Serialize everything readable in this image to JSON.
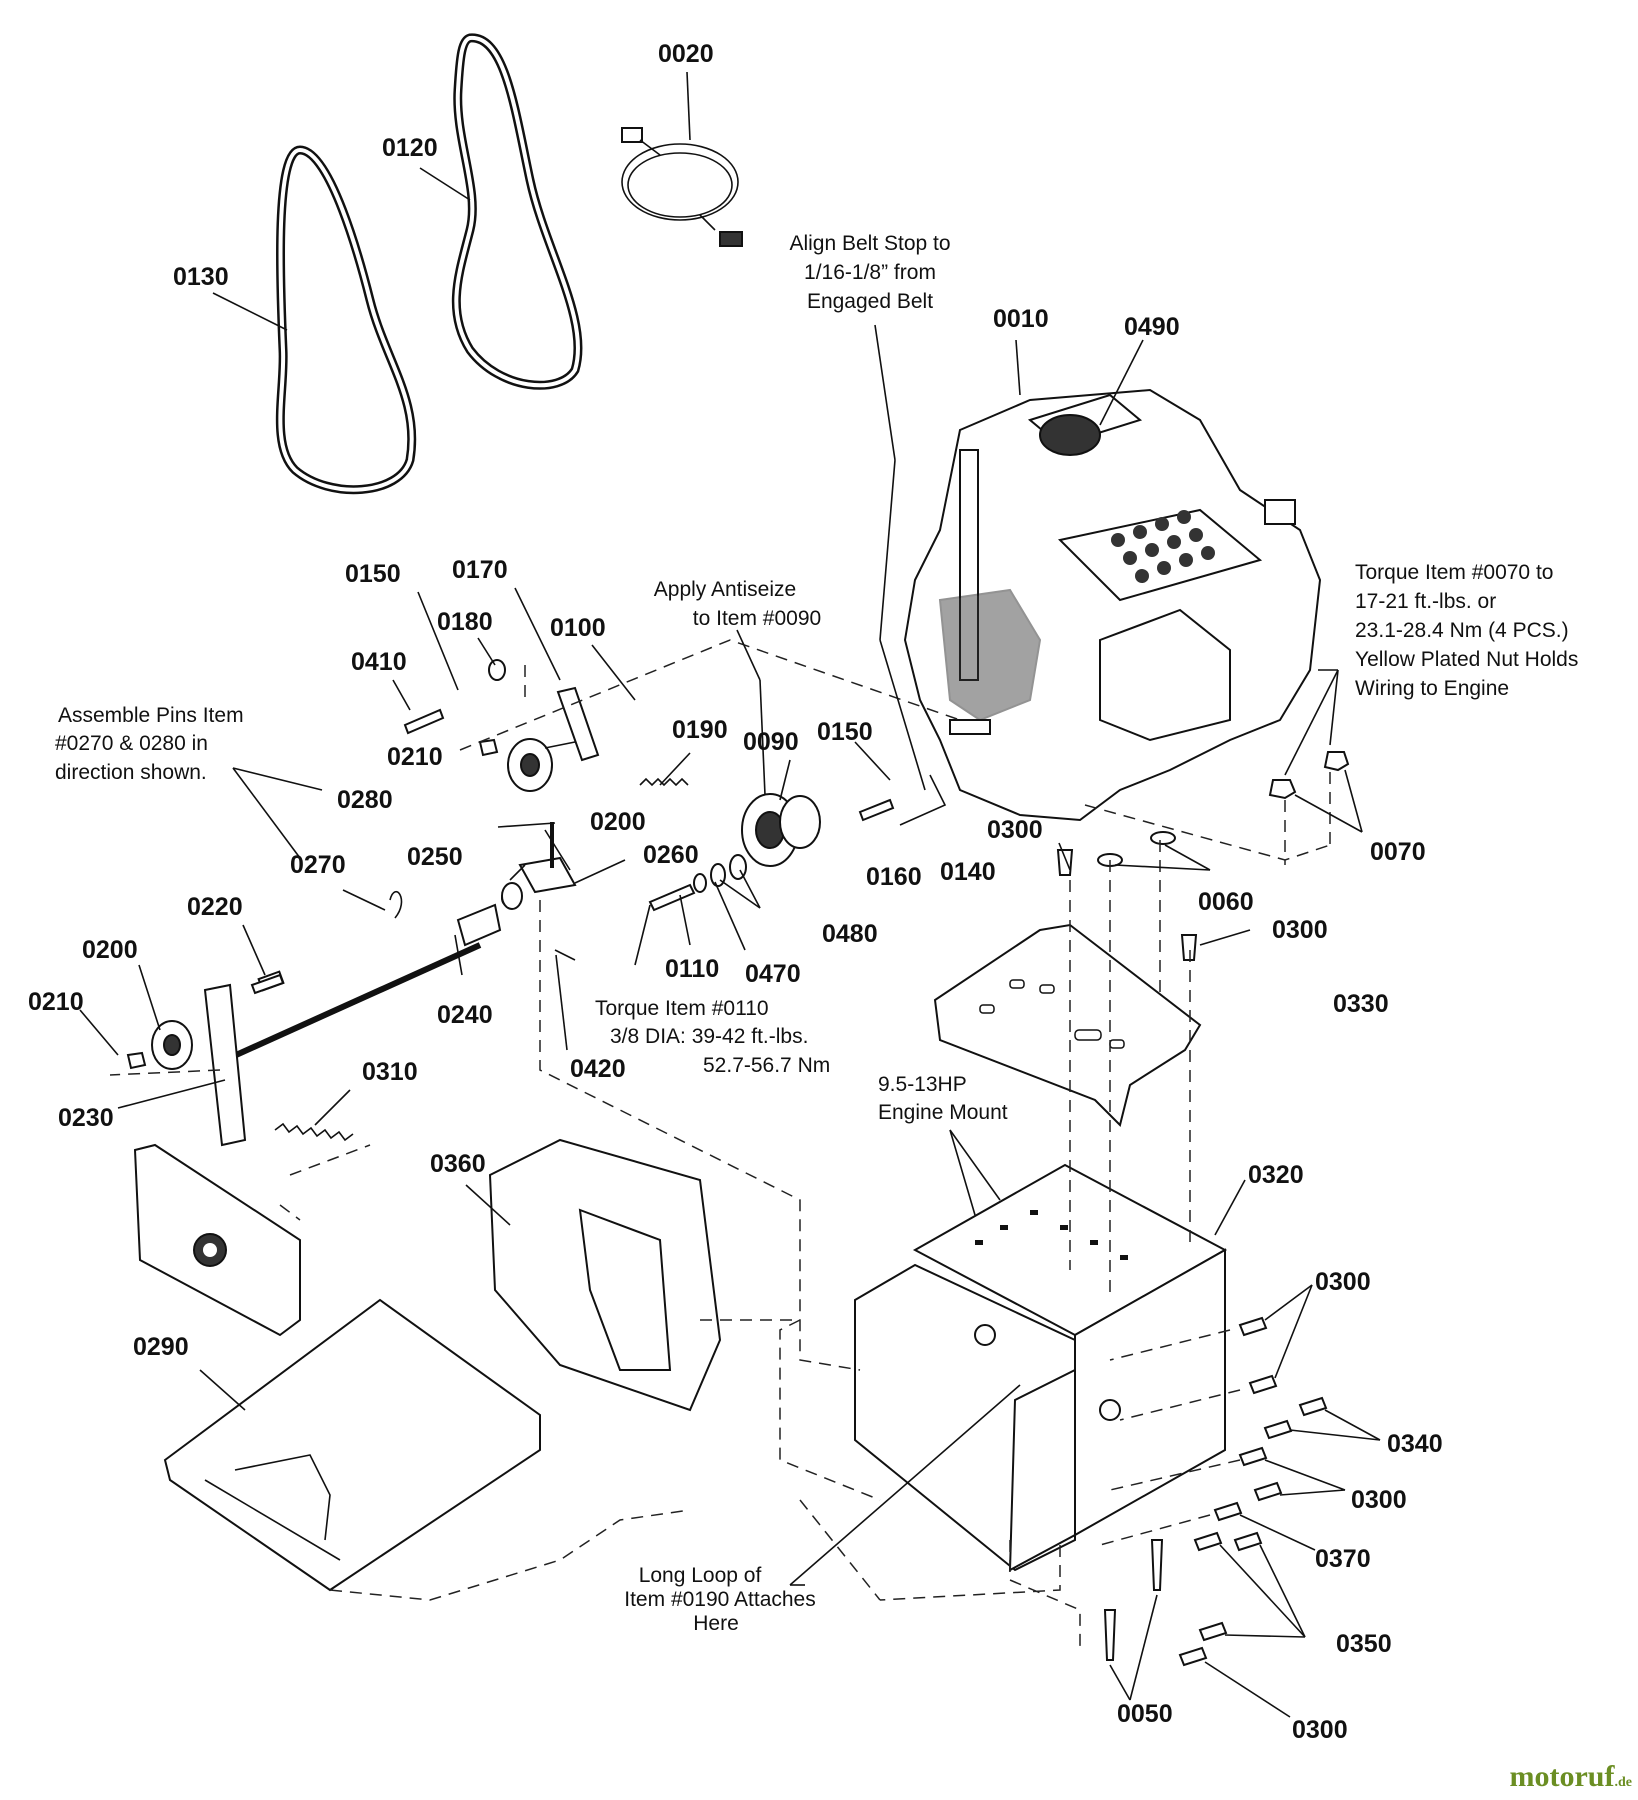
{
  "diagram": {
    "part_labels": [
      {
        "id": "p0020",
        "text": "0020"
      },
      {
        "id": "p0120",
        "text": "0120"
      },
      {
        "id": "p0130",
        "text": "0130"
      },
      {
        "id": "p0010",
        "text": "0010"
      },
      {
        "id": "p0490",
        "text": "0490"
      },
      {
        "id": "p0150a",
        "text": "0150"
      },
      {
        "id": "p0170",
        "text": "0170"
      },
      {
        "id": "p0180",
        "text": "0180"
      },
      {
        "id": "p0100",
        "text": "0100"
      },
      {
        "id": "p0410",
        "text": "0410"
      },
      {
        "id": "p0190",
        "text": "0190"
      },
      {
        "id": "p0090",
        "text": "0090"
      },
      {
        "id": "p0150b",
        "text": "0150"
      },
      {
        "id": "p0210a",
        "text": "0210"
      },
      {
        "id": "p0200a",
        "text": "0200"
      },
      {
        "id": "p0280",
        "text": "0280"
      },
      {
        "id": "p0160",
        "text": "0160"
      },
      {
        "id": "p0140",
        "text": "0140"
      },
      {
        "id": "p0300a",
        "text": "0300"
      },
      {
        "id": "p0070",
        "text": "0070"
      },
      {
        "id": "p0270",
        "text": "0270"
      },
      {
        "id": "p0250",
        "text": "0250"
      },
      {
        "id": "p0260",
        "text": "0260"
      },
      {
        "id": "p0060",
        "text": "0060"
      },
      {
        "id": "p0220",
        "text": "0220"
      },
      {
        "id": "p0480",
        "text": "0480"
      },
      {
        "id": "p0300b",
        "text": "0300"
      },
      {
        "id": "p0200b",
        "text": "0200"
      },
      {
        "id": "p0110",
        "text": "0110"
      },
      {
        "id": "p0470",
        "text": "0470"
      },
      {
        "id": "p0240",
        "text": "0240"
      },
      {
        "id": "p0210b",
        "text": "0210"
      },
      {
        "id": "p0330",
        "text": "0330"
      },
      {
        "id": "p0420",
        "text": "0420"
      },
      {
        "id": "p0310",
        "text": "0310"
      },
      {
        "id": "p0230",
        "text": "0230"
      },
      {
        "id": "p0360",
        "text": "0360"
      },
      {
        "id": "p0320",
        "text": "0320"
      },
      {
        "id": "p0290",
        "text": "0290"
      },
      {
        "id": "p0300c",
        "text": "0300"
      },
      {
        "id": "p0340",
        "text": "0340"
      },
      {
        "id": "p0300d",
        "text": "0300"
      },
      {
        "id": "p0370",
        "text": "0370"
      },
      {
        "id": "p0350",
        "text": "0350"
      },
      {
        "id": "p0050",
        "text": "0050"
      },
      {
        "id": "p0300e",
        "text": "0300"
      }
    ],
    "notes": {
      "align_belt": [
        "Align Belt Stop to",
        "1/16-1/8” from",
        "Engaged Belt"
      ],
      "torque_0070": [
        "Torque Item #0070 to",
        "17-21 ft.-lbs. or",
        "23.1-28.4 Nm (4 PCS.)",
        "Yellow Plated Nut Holds",
        "Wiring to Engine"
      ],
      "antiseize": [
        "Apply Antiseize",
        "to Item #0090"
      ],
      "assemble_pins": [
        "Assemble Pins Item",
        "#0270 & 0280 in",
        "direction shown."
      ],
      "torque_0110": [
        "Torque Item #0110",
        "3/8 DIA: 39-42 ft.-lbs.",
        "52.7-56.7 Nm"
      ],
      "engine_mount": [
        "9.5-13HP",
        "Engine Mount"
      ],
      "long_loop": [
        "Long Loop of",
        "Item #0190 Attaches",
        "Here"
      ]
    }
  },
  "watermark": {
    "brand": "motoruf",
    "suffix": ".de"
  }
}
